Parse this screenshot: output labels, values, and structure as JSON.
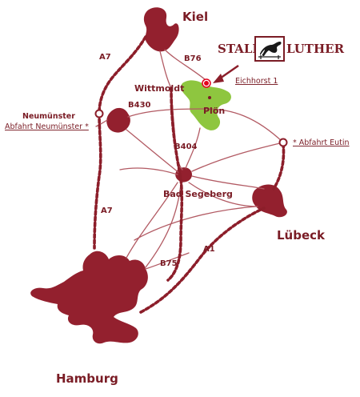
{
  "cities": {
    "kiel": "Kiel",
    "hamburg": "Hamburg",
    "luebeck": "Lübeck",
    "neumuenster": "Neumünster",
    "bad_segeberg": "Bad Segeberg",
    "wittmoldt": "Wittmoldt",
    "ploen": "Plön"
  },
  "roads": {
    "a7_north": "A7",
    "a7_south": "A7",
    "a1": "A1",
    "b76": "B76",
    "b430": "B430",
    "b404": "B404",
    "b75": "B75"
  },
  "exits": {
    "neumuenster": "Abfahrt Neumünster *",
    "eutin": "* Abfahrt Eutin"
  },
  "destination": {
    "address": "Eichhorst 1"
  },
  "logo": {
    "left": "STALL",
    "right": "LUTHER"
  },
  "colors": {
    "land": "#93202e",
    "lake": "#8ec63f",
    "roads": "#b25a63",
    "text": "#7a1c25",
    "marker": "#e3001b"
  }
}
